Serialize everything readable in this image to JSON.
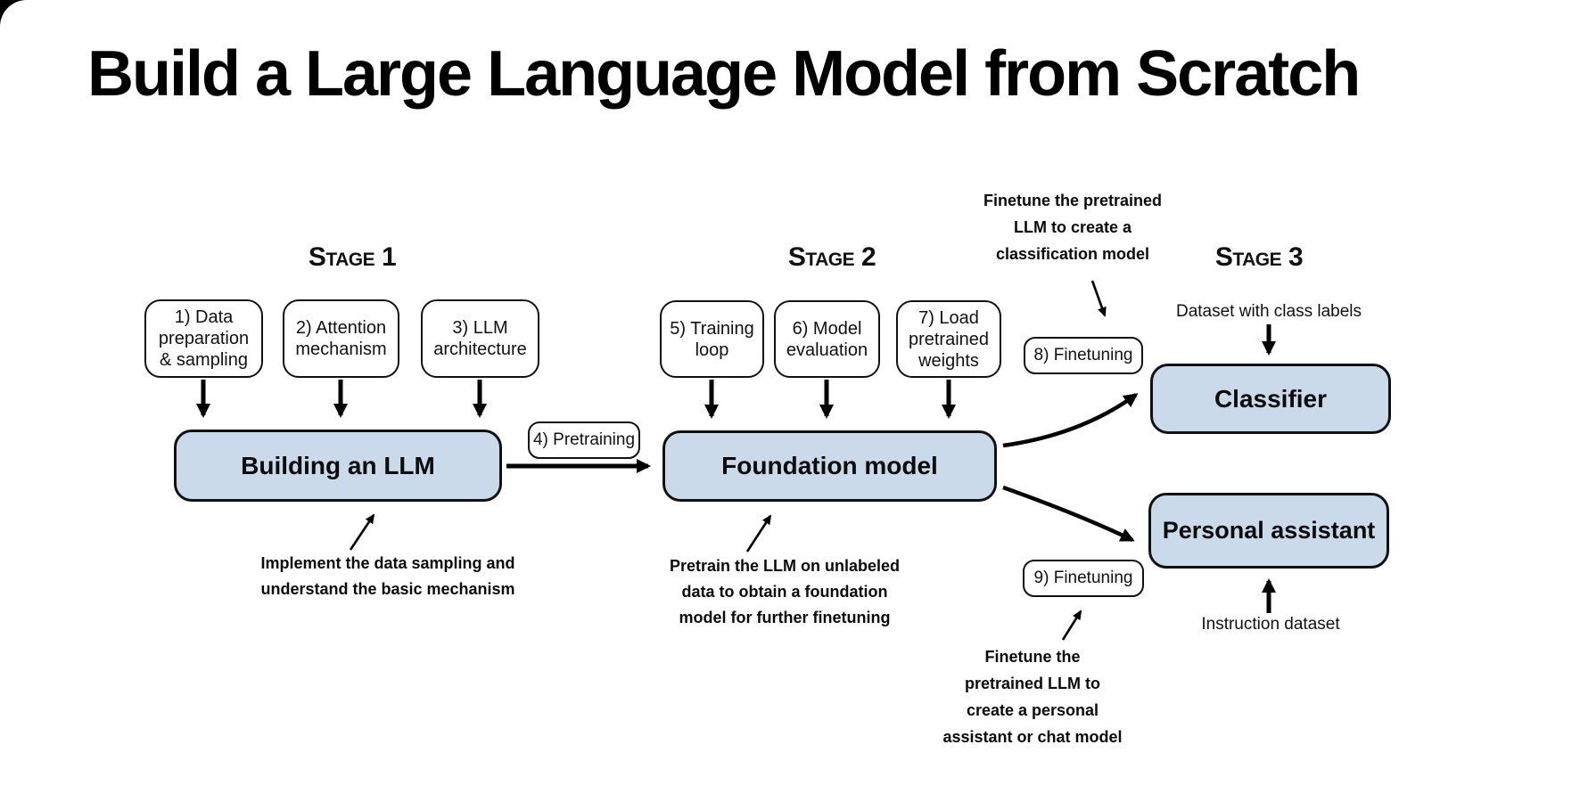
{
  "title": "Build a Large Language Model from Scratch",
  "colors": {
    "box_fill": "#cadaea",
    "line": "#000000",
    "background": "#ffffff"
  },
  "stages": {
    "stage1": {
      "label": "Stage 1"
    },
    "stage2": {
      "label": "Stage 2"
    },
    "stage3": {
      "label": "Stage 3"
    }
  },
  "step_boxes": {
    "step1": "1) Data\npreparation\n& sampling",
    "step2": "2) Attention\nmechanism",
    "step3": "3) LLM\narchitecture",
    "step4": "4) Pretraining",
    "step5": "5) Training\nloop",
    "step6": "6) Model\nevaluation",
    "step7": "7) Load\npretrained\nweights",
    "step8": "8) Finetuning",
    "step9": "9) Finetuning"
  },
  "main_boxes": {
    "building": "Building an LLM",
    "foundation": "Foundation model",
    "classifier": "Classifier",
    "assistant": "Personal assistant"
  },
  "labels": {
    "dataset_class": "Dataset with class labels",
    "instruction_dataset": "Instruction dataset"
  },
  "annotations": {
    "stage1_note": "Implement the data sampling and\nunderstand the basic mechanism",
    "stage2_note": "Pretrain the LLM on unlabeled\ndata to obtain a foundation\nmodel for further finetuning",
    "classification_note": "Finetune the pretrained\nLLM to create a\nclassification model",
    "assistant_note": "Finetune the\npretrained LLM to\ncreate a personal\nassistant or chat model"
  }
}
